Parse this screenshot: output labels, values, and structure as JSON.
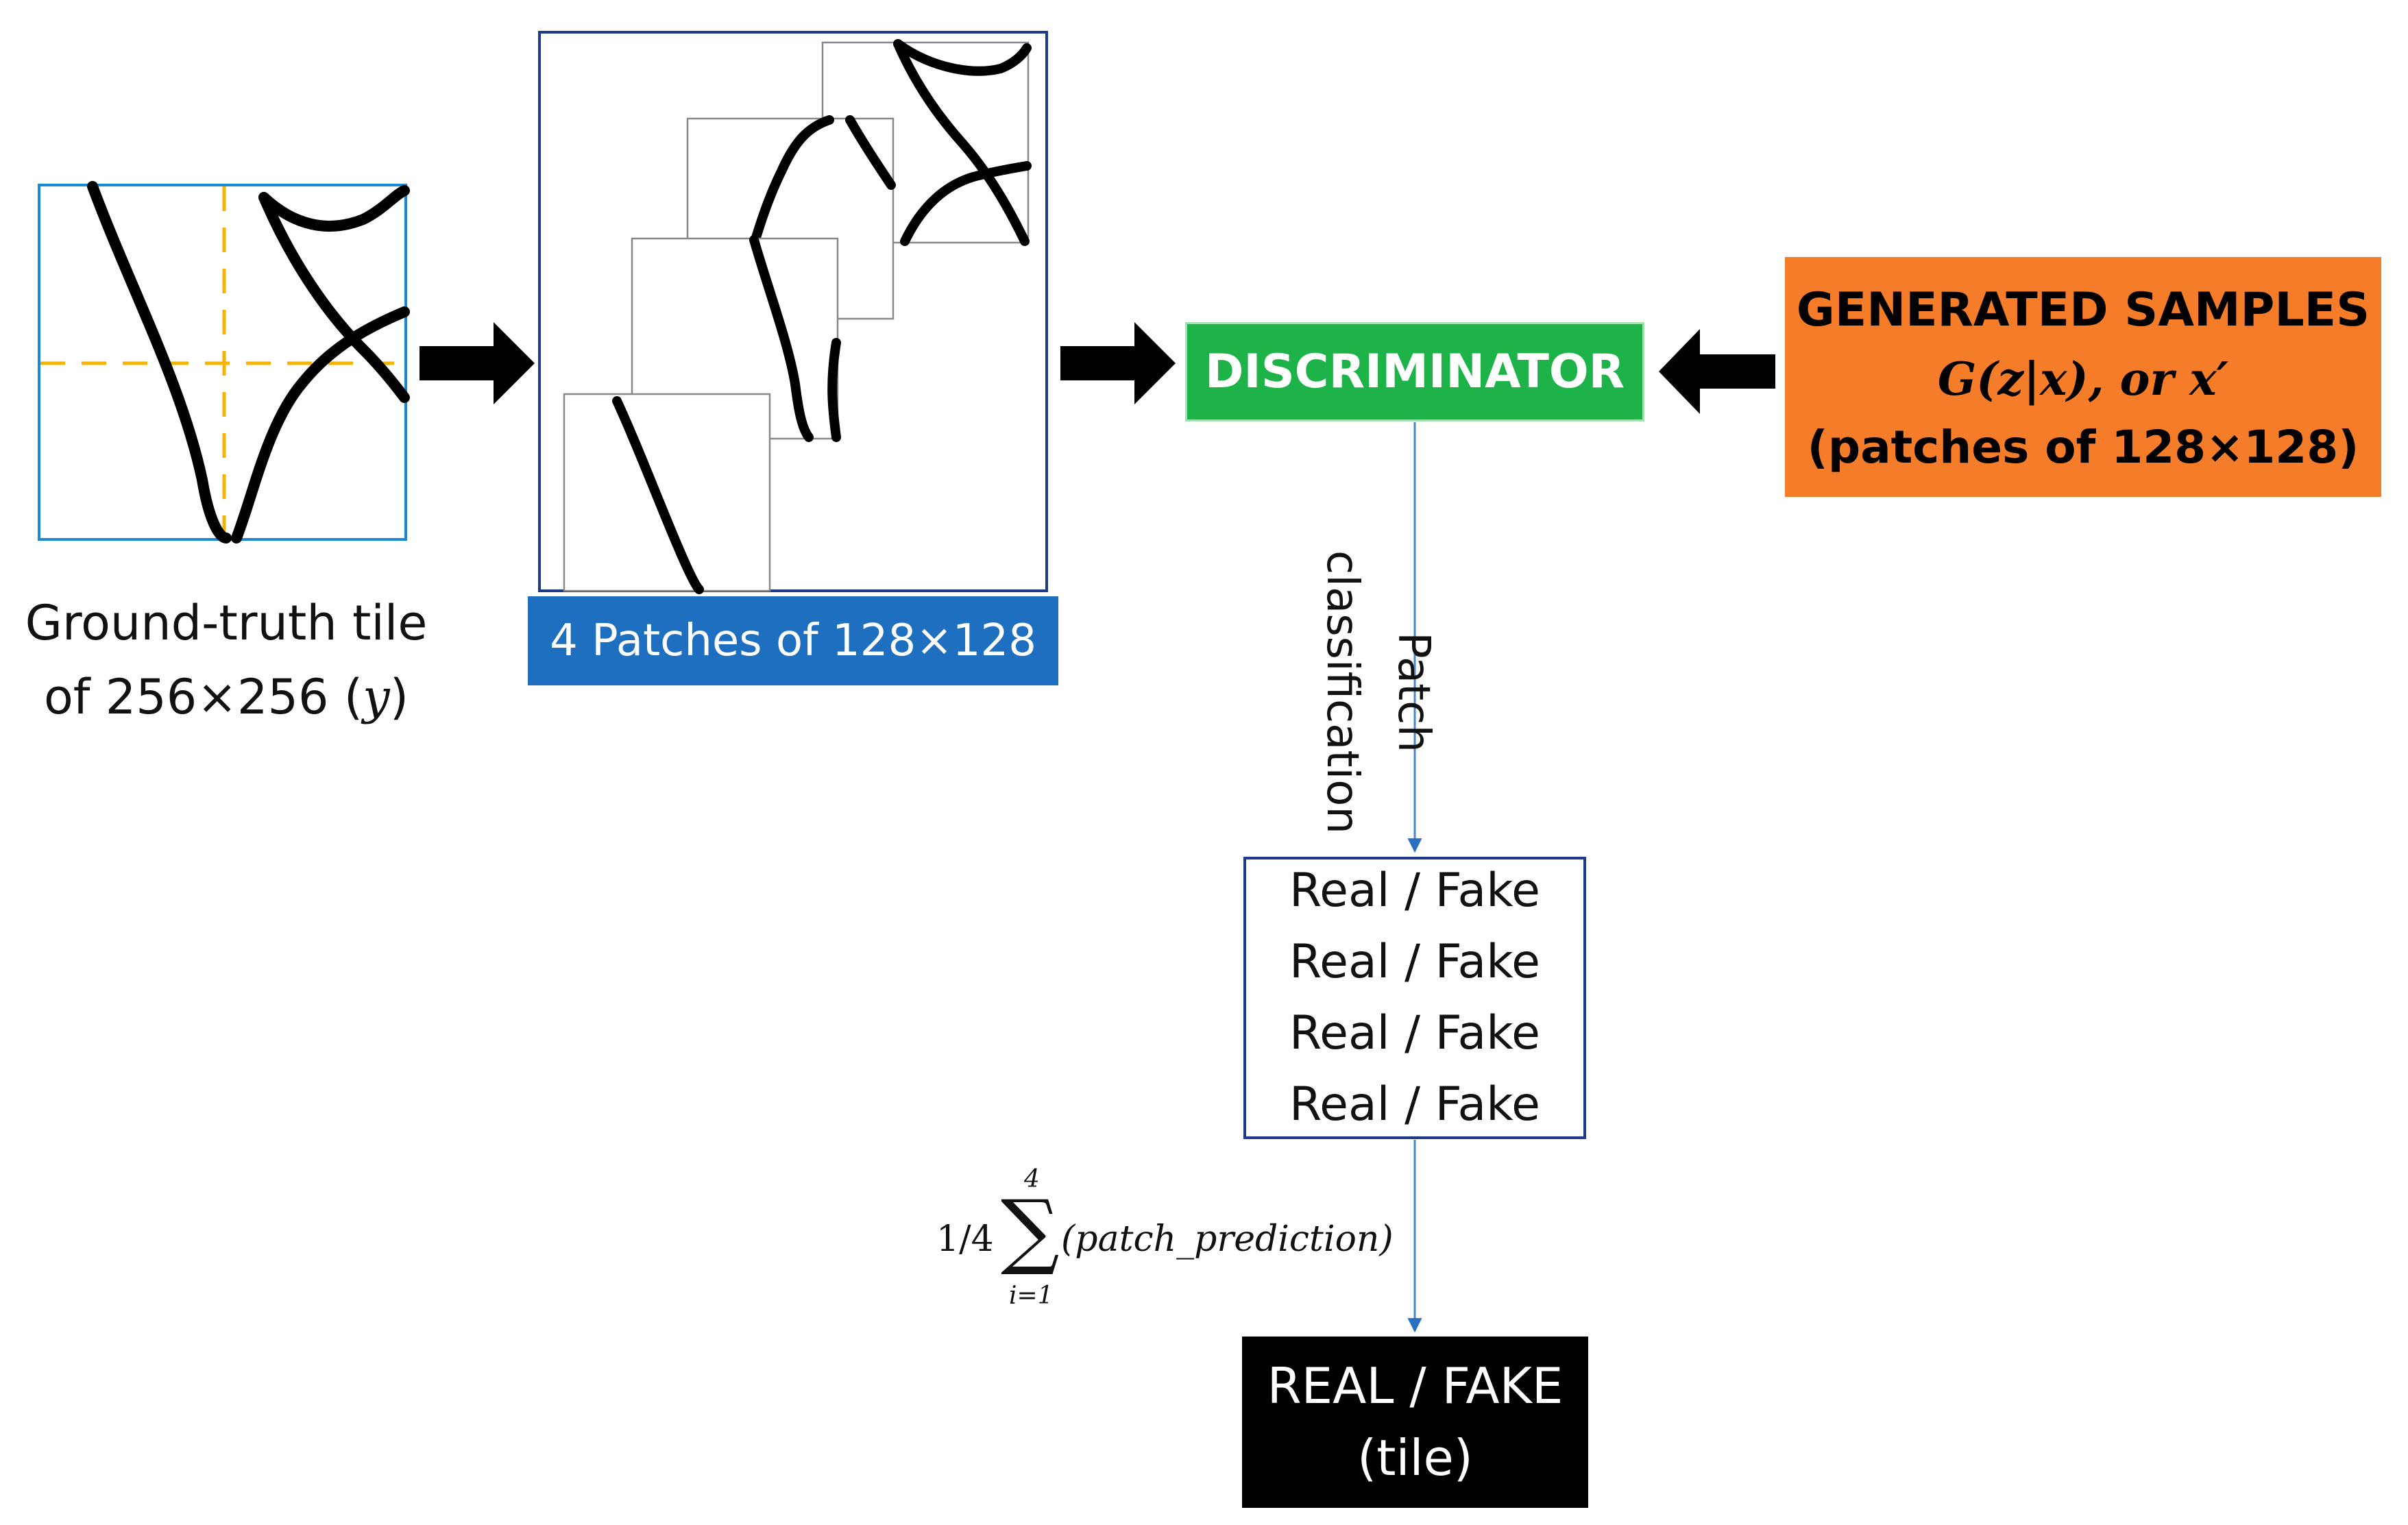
{
  "ground_truth_caption": {
    "line1": "Ground-truth tile",
    "line2_prefix": "of 256×256 (",
    "line2_var": "y",
    "line2_suffix": ")"
  },
  "patches_label": "4 Patches of 128×128",
  "discriminator_label": "DISCRIMINATOR",
  "generated_samples": {
    "title": "GENERATED SAMPLES",
    "formula": "G(z|x), or x′",
    "note": "(patches of 128×128)"
  },
  "patch_classification": {
    "line1": "Patch",
    "line2": "classification"
  },
  "real_fake_rows": [
    "Real / Fake",
    "Real / Fake",
    "Real / Fake",
    "Real / Fake"
  ],
  "aggregation_formula": {
    "coefficient": "1/4",
    "upper_limit": "4",
    "sigma": "∑",
    "lower_limit": "i=1",
    "body": "(patch_prediction)"
  },
  "final_output": {
    "line1": "REAL / FAKE",
    "line2": "(tile)"
  },
  "colors": {
    "tile_border": "#1a8ad4",
    "guide_dashes": "#f4b400",
    "patch_label_bg": "#1f6fc1",
    "discriminator_bg": "#1db348",
    "generated_bg": "#f57c28",
    "connector_line": "#4a86c8",
    "final_bg": "#000000"
  }
}
